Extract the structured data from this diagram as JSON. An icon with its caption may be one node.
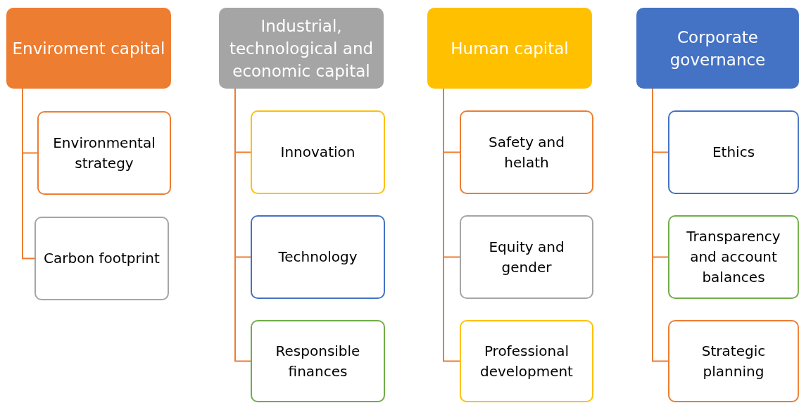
{
  "diagram": {
    "nodes": [
      {
        "text": [
          "Enviroment capital"
        ]
      },
      {
        "text": [
          "Environmental strategy"
        ]
      },
      {
        "text": [
          "Carbon footprint"
        ]
      },
      {
        "text": [
          "Industrial, technological and economic capital"
        ]
      },
      {
        "text": [
          "Innovation"
        ]
      },
      {
        "text": [
          "Technology"
        ]
      },
      {
        "text": [
          "Responsible finances"
        ]
      },
      {
        "text": [
          "Human capital"
        ]
      },
      {
        "text": [
          "Safety and helath"
        ]
      },
      {
        "text": [
          "Equity and gender"
        ]
      },
      {
        "text": [
          "Professional development"
        ]
      },
      {
        "text": [
          "Corporate governance"
        ]
      },
      {
        "text": [
          "Ethics"
        ]
      },
      {
        "text": [
          "Transparency and account balances"
        ]
      },
      {
        "text": [
          "Strategic planning"
        ]
      }
    ],
    "edges": [
      {
        "from": 0,
        "to": 1,
        "arrow": "none"
      },
      {
        "from": 0,
        "to": 2,
        "arrow": "none"
      },
      {
        "from": 3,
        "to": 4,
        "arrow": "none"
      },
      {
        "from": 3,
        "to": 5,
        "arrow": "none"
      },
      {
        "from": 3,
        "to": 6,
        "arrow": "none"
      },
      {
        "from": 7,
        "to": 8,
        "arrow": "none"
      },
      {
        "from": 7,
        "to": 9,
        "arrow": "none"
      },
      {
        "from": 7,
        "to": 10,
        "arrow": "none"
      },
      {
        "from": 11,
        "to": 12,
        "arrow": "none"
      },
      {
        "from": 11,
        "to": 13,
        "arrow": "none"
      },
      {
        "from": 11,
        "to": 14,
        "arrow": "none"
      }
    ]
  }
}
